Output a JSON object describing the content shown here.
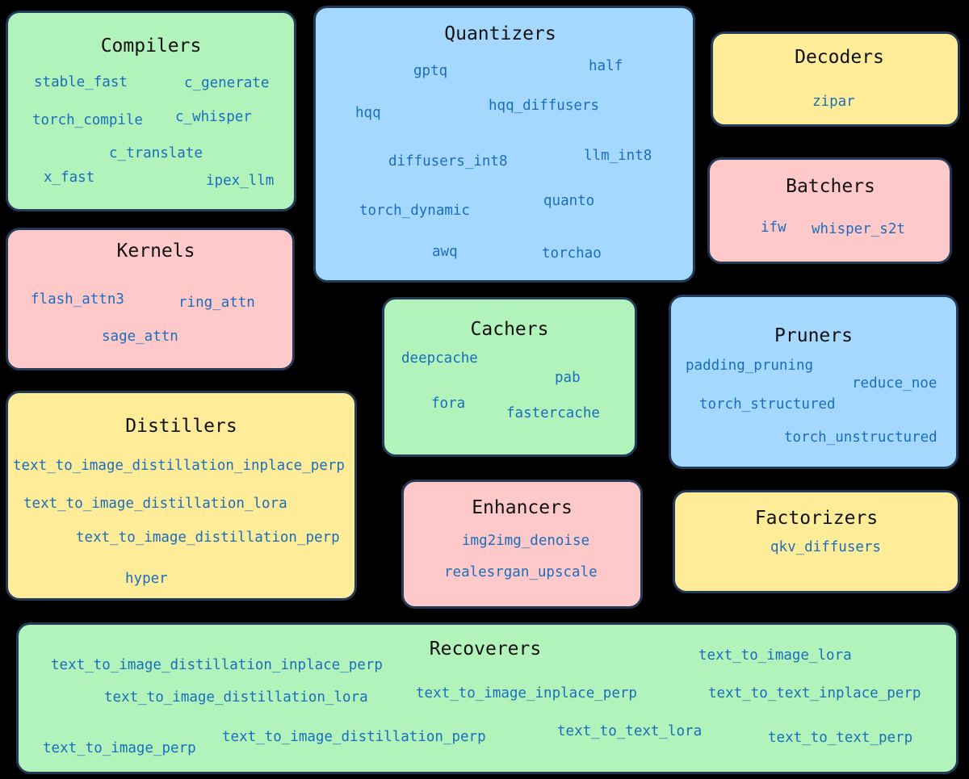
{
  "colors": {
    "background": "#000000",
    "green": "#b2f2bb",
    "blue": "#a5d8ff",
    "yellow": "#ffec99",
    "red": "#ffc9c9",
    "title_text": "#111111",
    "item_text": "#1a6ebd"
  },
  "groups": {
    "compilers": {
      "title": "Compilers",
      "color": "green",
      "items": [
        "stable_fast",
        "c_generate",
        "torch_compile",
        "c_whisper",
        "c_translate",
        "x_fast",
        "ipex_llm"
      ]
    },
    "quantizers": {
      "title": "Quantizers",
      "color": "blue",
      "items": [
        "gptq",
        "half",
        "hqq",
        "hqq_diffusers",
        "diffusers_int8",
        "llm_int8",
        "torch_dynamic",
        "quanto",
        "awq",
        "torchao"
      ]
    },
    "decoders": {
      "title": "Decoders",
      "color": "yellow",
      "items": [
        "zipar"
      ]
    },
    "batchers": {
      "title": "Batchers",
      "color": "red",
      "items": [
        "ifw",
        "whisper_s2t"
      ]
    },
    "kernels": {
      "title": "Kernels",
      "color": "red",
      "items": [
        "flash_attn3",
        "ring_attn",
        "sage_attn"
      ]
    },
    "cachers": {
      "title": "Cachers",
      "color": "green",
      "items": [
        "deepcache",
        "pab",
        "fora",
        "fastercache"
      ]
    },
    "pruners": {
      "title": "Pruners",
      "color": "blue",
      "items": [
        "padding_pruning",
        "reduce_noe",
        "torch_structured",
        "torch_unstructured"
      ]
    },
    "distillers": {
      "title": "Distillers",
      "color": "yellow",
      "items": [
        "text_to_image_distillation_inplace_perp",
        "text_to_image_distillation_lora",
        "text_to_image_distillation_perp",
        "hyper"
      ]
    },
    "enhancers": {
      "title": "Enhancers",
      "color": "red",
      "items": [
        "img2img_denoise",
        "realesrgan_upscale"
      ]
    },
    "factorizers": {
      "title": "Factorizers",
      "color": "yellow",
      "items": [
        "qkv_diffusers"
      ]
    },
    "recoverers": {
      "title": "Recoverers",
      "color": "green",
      "items": [
        "text_to_image_distillation_inplace_perp",
        "text_to_image_lora",
        "text_to_image_distillation_lora",
        "text_to_image_inplace_perp",
        "text_to_text_inplace_perp",
        "text_to_image_perp",
        "text_to_image_distillation_perp",
        "text_to_text_lora",
        "text_to_text_perp"
      ]
    }
  }
}
